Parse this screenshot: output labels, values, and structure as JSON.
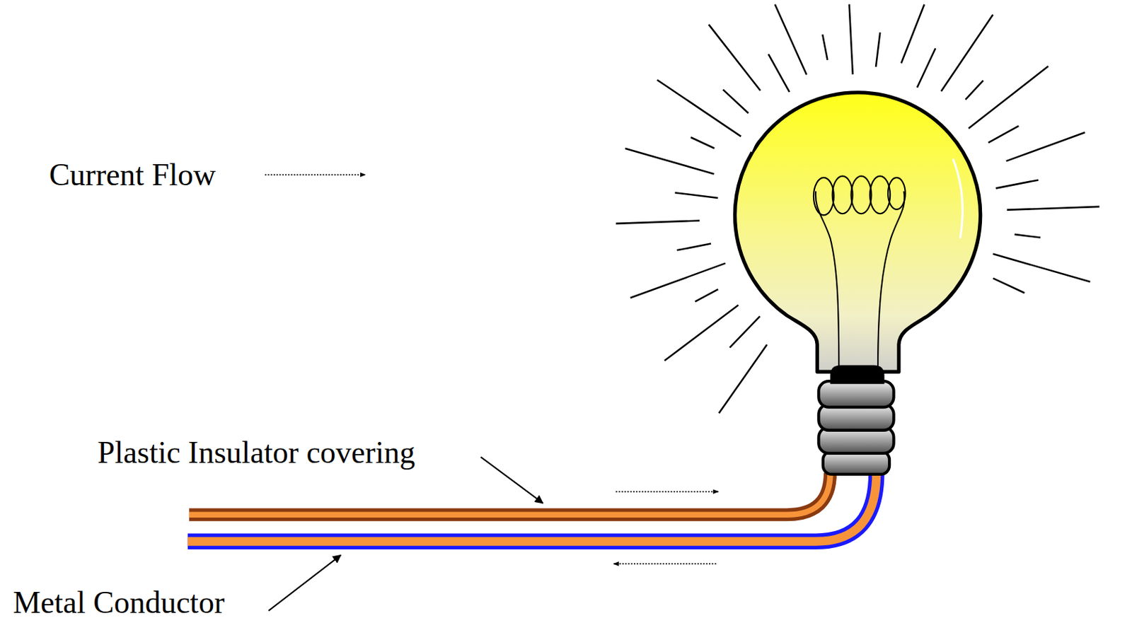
{
  "diagram": {
    "labels": [
      "Plastic Insulator covering",
      "Metal Conductor"
    ],
    "legend": [
      {
        "text": "Current Flow"
      }
    ]
  }
}
